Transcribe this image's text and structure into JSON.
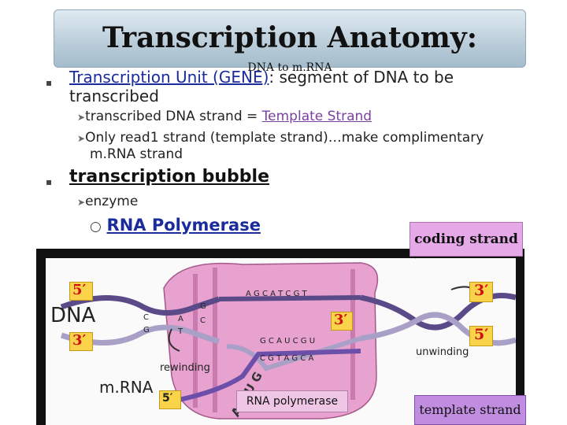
{
  "header": {
    "title": "Transcription Anatomy:",
    "subtitle": "DNA to m.RNA"
  },
  "bullets": {
    "b1_term": "Transcription Unit (GENE)",
    "b1_rest": ":  segment of DNA to be",
    "b1_rest2": "transcribed",
    "b1_sub1_pre": "transcribed DNA strand = ",
    "b1_sub1_link": "Template Strand",
    "b1_sub2_line1": "Only read1 strand (template strand)…make complimentary",
    "b1_sub2_line2": "m.RNA strand",
    "b2_term": "transcription bubble",
    "b2_sub1": "enzyme",
    "b2_sub2": "RNA Polymerase",
    "bullet_glyph": "▪",
    "sub_glyph": "➤",
    "circle_glyph": "○"
  },
  "diagram": {
    "coding_strand": "coding strand",
    "template_strand": "template strand",
    "rna_polymerase": "RNA polymerase",
    "dna": "DNA",
    "mrna": "m.RNA",
    "rewinding": "rewinding",
    "unwinding": "unwinding",
    "five_prime_left": "5′",
    "three_prime_left": "3′",
    "three_prime_mid": "3′",
    "five_prime_bottom": "5′",
    "three_prime_right": "3′",
    "five_prime_right": "5′",
    "top_bases": "A  G C  A  T  C  G  T",
    "mid_bases": "G C  A  U  C  G  U",
    "low_bases": "C  G  T  A  G  C  A",
    "rna_letters": "A C U G",
    "bases_left_1": "C",
    "bases_left_2": "G",
    "bases_a": "A",
    "bases_t": "T",
    "bases_c": "C",
    "bases_g": "G",
    "colors": {
      "membrane": "#e7a2cf",
      "strand_dark": "#5a4a88",
      "strand_light": "#a9a0c8",
      "rna": "#6c4fa8",
      "highlight": "#f9d44b"
    }
  }
}
